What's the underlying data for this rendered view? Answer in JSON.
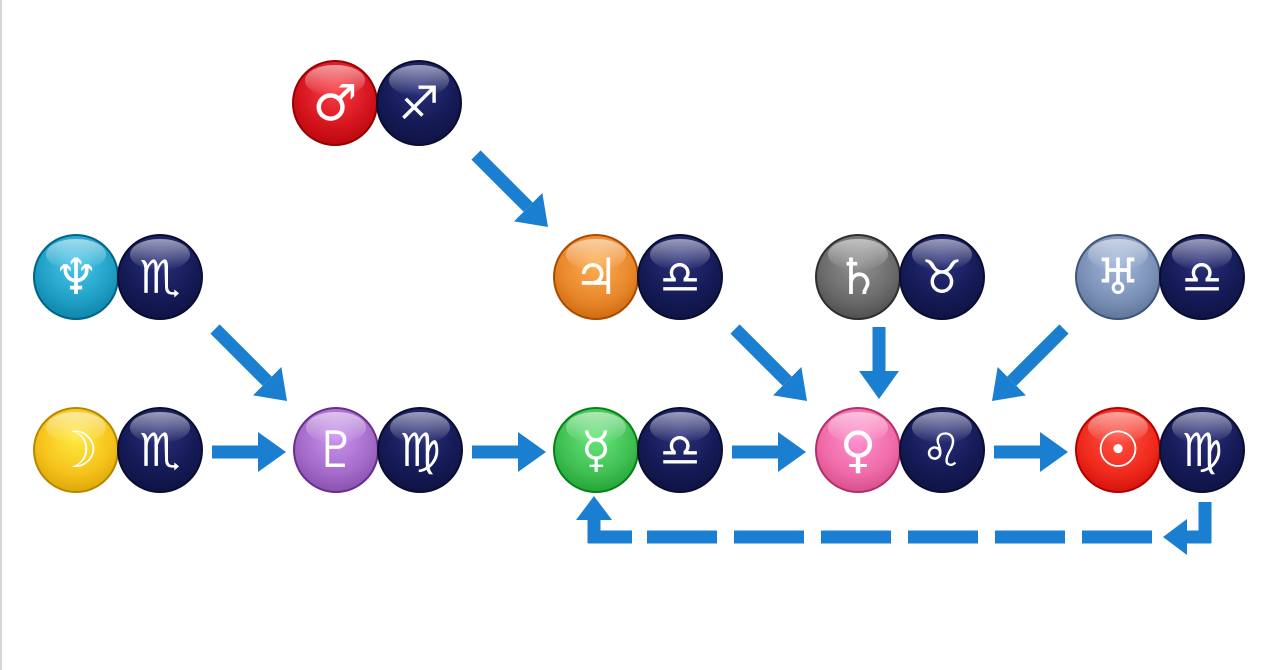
{
  "diagram": {
    "nodes": [
      {
        "id": "mars",
        "planet": {
          "icon": "mars-icon",
          "symbol": "♂",
          "color": "#d4141c"
        },
        "sign": {
          "icon": "sagittarius-icon",
          "symbol": "♐"
        }
      },
      {
        "id": "neptune",
        "planet": {
          "icon": "neptune-icon",
          "symbol": "♆",
          "color": "#1f9fc4"
        },
        "sign": {
          "icon": "scorpio-icon",
          "symbol": "♏"
        }
      },
      {
        "id": "jupiter",
        "planet": {
          "icon": "jupiter-icon",
          "symbol": "♃",
          "color": "#e8862a"
        },
        "sign": {
          "icon": "libra-icon",
          "symbol": "♎"
        }
      },
      {
        "id": "saturn",
        "planet": {
          "icon": "saturn-icon",
          "symbol": "♄",
          "color": "#6a6a6a"
        },
        "sign": {
          "icon": "taurus-icon",
          "symbol": "♉"
        }
      },
      {
        "id": "uranus",
        "planet": {
          "icon": "uranus-icon",
          "symbol": "♅",
          "color": "#7a90b4"
        },
        "sign": {
          "icon": "libra-icon",
          "symbol": "♎"
        }
      },
      {
        "id": "moon",
        "planet": {
          "icon": "moon-icon",
          "symbol": "☽",
          "color": "#f5c21a"
        },
        "sign": {
          "icon": "scorpio-icon",
          "symbol": "♏"
        }
      },
      {
        "id": "pluto",
        "planet": {
          "icon": "pluto-icon",
          "symbol": "♇",
          "color": "#a46ac8"
        },
        "sign": {
          "icon": "virgo-icon",
          "symbol": "♍"
        }
      },
      {
        "id": "mercury",
        "planet": {
          "icon": "mercury-icon",
          "symbol": "☿",
          "color": "#3fbf52"
        },
        "sign": {
          "icon": "libra-icon",
          "symbol": "♎"
        }
      },
      {
        "id": "venus",
        "planet": {
          "icon": "venus-icon",
          "symbol": "♀",
          "color": "#f06aa8"
        },
        "sign": {
          "icon": "leo-icon",
          "symbol": "♌"
        }
      },
      {
        "id": "sun",
        "planet": {
          "icon": "sun-icon",
          "symbol": "☉",
          "color": "#ef2a1c"
        },
        "sign": {
          "icon": "virgo-icon",
          "symbol": "♍"
        }
      }
    ],
    "edges": [
      {
        "from": "mars",
        "to": "jupiter"
      },
      {
        "from": "neptune",
        "to": "pluto"
      },
      {
        "from": "jupiter",
        "to": "venus"
      },
      {
        "from": "saturn",
        "to": "venus"
      },
      {
        "from": "uranus",
        "to": "venus"
      },
      {
        "from": "moon",
        "to": "pluto"
      },
      {
        "from": "pluto",
        "to": "mercury"
      },
      {
        "from": "mercury",
        "to": "venus"
      },
      {
        "from": "venus",
        "to": "sun"
      },
      {
        "from": "sun",
        "to": "mercury",
        "style": "dashed"
      }
    ],
    "arrow_color": "#1a7fd0"
  }
}
